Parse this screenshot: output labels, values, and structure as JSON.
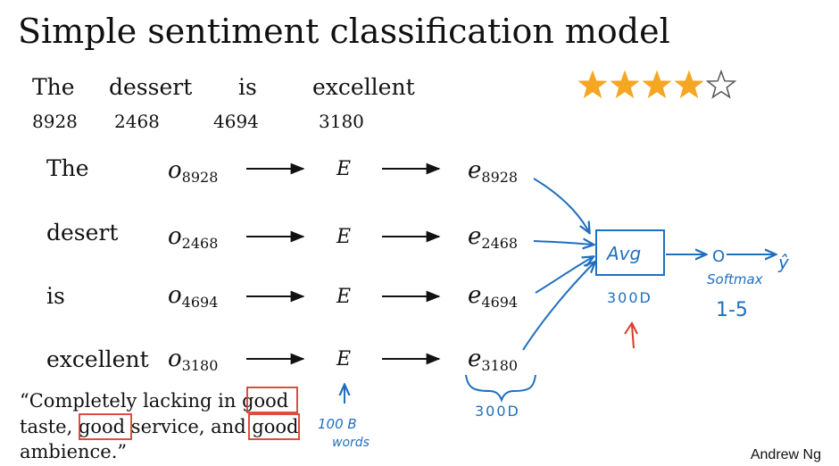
{
  "title": "Simple sentiment classification model",
  "sentence": {
    "words": [
      "The",
      "dessert",
      "is",
      "excellent"
    ],
    "indices": [
      "8928",
      "2468",
      "4694",
      "3180"
    ]
  },
  "rating": {
    "value": 4,
    "max": 5,
    "filled_color": "#f5a623",
    "empty_color": "#555555"
  },
  "pipeline": {
    "embedding_label": "E",
    "rows": [
      {
        "word": "The",
        "onehot_base": "o",
        "onehot_sub": "8928",
        "embed_base": "e",
        "embed_sub": "8928"
      },
      {
        "word": "desert",
        "onehot_base": "o",
        "onehot_sub": "2468",
        "embed_base": "e",
        "embed_sub": "2468"
      },
      {
        "word": "is",
        "onehot_base": "o",
        "onehot_sub": "4694",
        "embed_base": "e",
        "embed_sub": "4694"
      },
      {
        "word": "excellent",
        "onehot_base": "o",
        "onehot_sub": "3180",
        "embed_base": "e",
        "embed_sub": "3180"
      }
    ]
  },
  "annotations": {
    "avg_label": "Avg",
    "avg_dim": "300D",
    "embed_dim": "300D",
    "output_node": "O",
    "output_yhat": "ŷ",
    "softmax_label": "Softmax",
    "softmax_range": "1-5",
    "corpus_line1": "100 B",
    "corpus_line2": "words",
    "ink_color": "#1f6fbf",
    "highlight_color": "#d93a2b"
  },
  "review": {
    "line1_prefix": "“Completely lacking in ",
    "line1_good": "good",
    "line2_prefix": "taste, ",
    "line2_good1": "good",
    "line2_mid": " service, and ",
    "line2_good2": "good",
    "line3": "ambience.”"
  },
  "author": "Andrew Ng"
}
